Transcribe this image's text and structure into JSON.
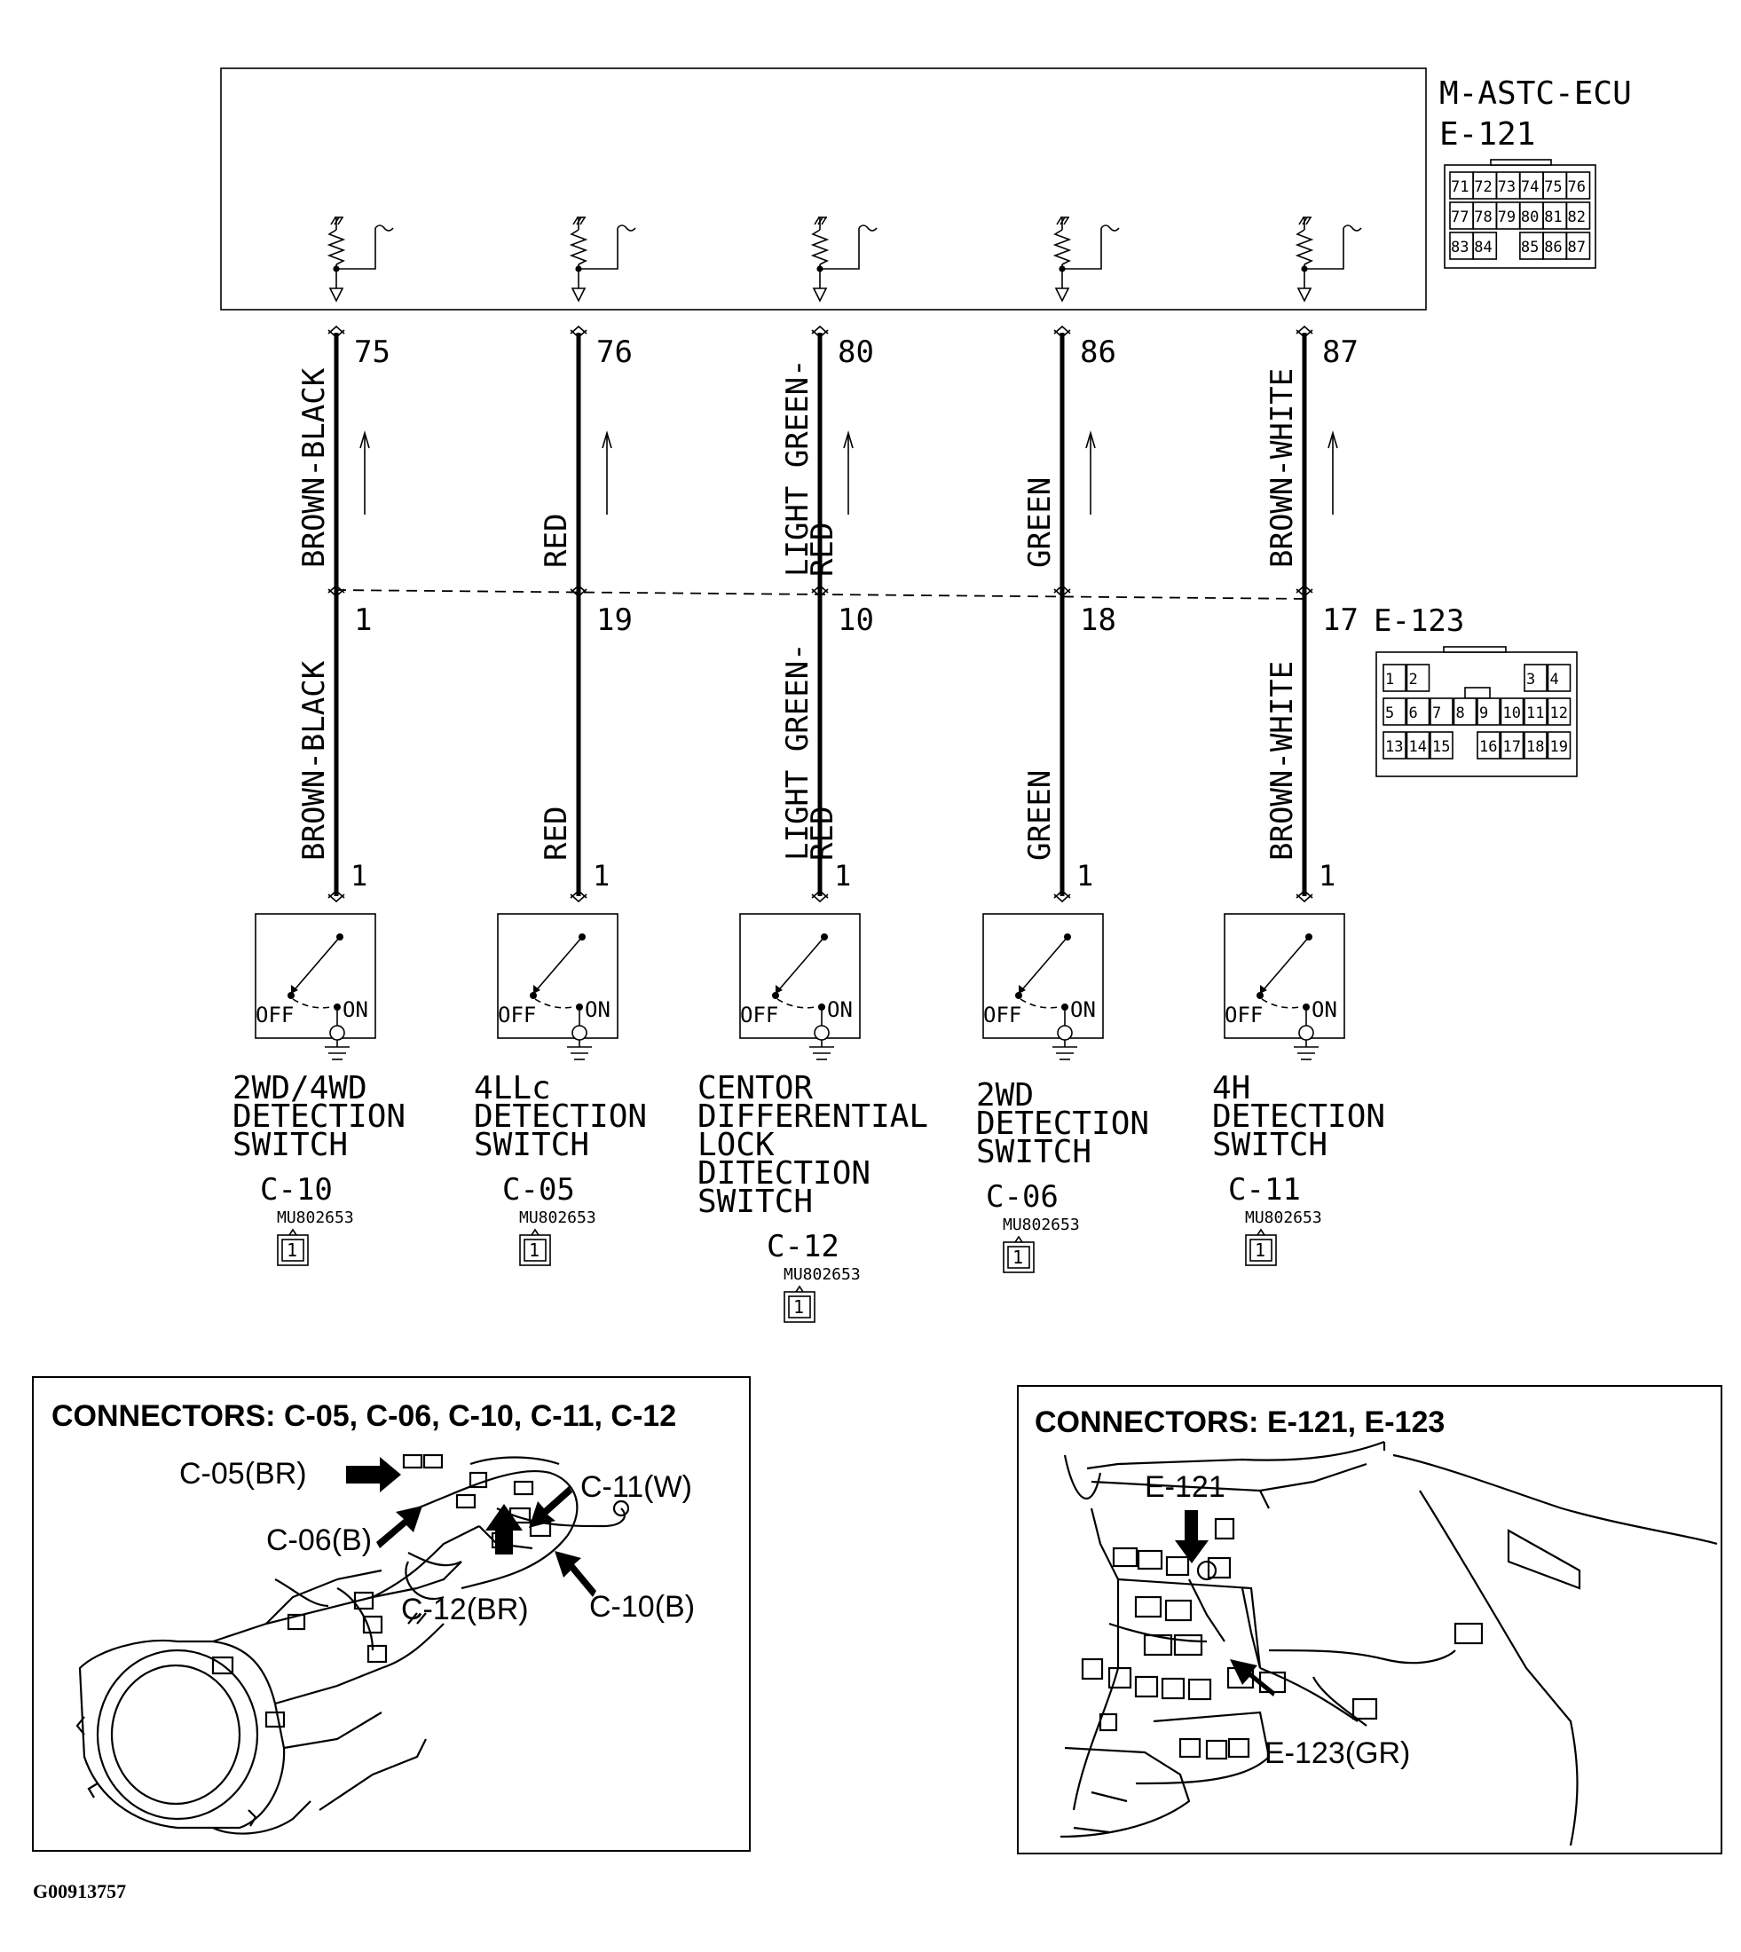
{
  "ecu": {
    "name": "M-ASTC-ECU",
    "connector": "E-121",
    "pins": [
      [
        "71",
        "72",
        "73",
        "74",
        "75",
        "76"
      ],
      [
        "77",
        "78",
        "79",
        "80",
        "81",
        "82"
      ],
      [
        "83",
        "84",
        "",
        "85",
        "86",
        "87"
      ]
    ]
  },
  "joint_connector": {
    "name": "E-123",
    "pins": [
      [
        "1",
        "2",
        "",
        "",
        "",
        "",
        "3",
        "4"
      ],
      [
        "5",
        "6",
        "7",
        "8",
        "9",
        "10",
        "11",
        "12"
      ],
      [
        "13",
        "14",
        "15",
        "",
        "16",
        "17",
        "18",
        "19"
      ]
    ]
  },
  "circuits": [
    {
      "ecu_pin": "75",
      "wire_top": "BROWN-BLACK",
      "joint_pin": "1",
      "wire_bottom": "BROWN-BLACK",
      "switch_pin": "1",
      "switch_lines": [
        "2WD/4WD",
        "DETECTION",
        "SWITCH"
      ],
      "connector": "C-10",
      "part_no": "MU802653"
    },
    {
      "ecu_pin": "76",
      "wire_top": "RED",
      "joint_pin": "19",
      "wire_bottom": "RED",
      "switch_pin": "1",
      "switch_lines": [
        "4LLc",
        "DETECTION",
        "SWITCH"
      ],
      "connector": "C-05",
      "part_no": "MU802653"
    },
    {
      "ecu_pin": "80",
      "wire_top": "LIGHT GREEN-",
      "wire_top2": "RED",
      "joint_pin": "10",
      "wire_bottom": "LIGHT GREEN-",
      "wire_bottom2": "RED",
      "switch_pin": "1",
      "switch_lines": [
        "CENTOR",
        "DIFFERENTIAL",
        "LOCK",
        "DITECTION",
        "SWITCH"
      ],
      "connector": "C-12",
      "part_no": "MU802653"
    },
    {
      "ecu_pin": "86",
      "wire_top": "GREEN",
      "joint_pin": "18",
      "wire_bottom": "GREEN",
      "switch_pin": "1",
      "switch_lines": [
        "2WD",
        "DETECTION",
        "SWITCH"
      ],
      "connector": "C-06",
      "part_no": "MU802653"
    },
    {
      "ecu_pin": "87",
      "wire_top": "BROWN-WHITE",
      "joint_pin": "17",
      "wire_bottom": "BROWN-WHITE",
      "switch_pin": "1",
      "switch_lines": [
        "4H",
        "DETECTION",
        "SWITCH"
      ],
      "connector": "C-11",
      "part_no": "MU802653"
    }
  ],
  "switch_states": {
    "off": "OFF",
    "on": "ON"
  },
  "connector_face_pin": "1",
  "panel_left": {
    "title": "CONNECTORS: C-05, C-06, C-10, C-11, C-12",
    "callouts": {
      "c05": "C-05(BR)",
      "c06": "C-06(B)",
      "c11": "C-11(W)",
      "c12": "C-12(BR)",
      "c10": "C-10(B)"
    }
  },
  "panel_right": {
    "title": "CONNECTORS: E-121, E-123",
    "callouts": {
      "e121": "E-121",
      "e123": "E-123(GR)"
    }
  },
  "figure_id": "G00913757"
}
